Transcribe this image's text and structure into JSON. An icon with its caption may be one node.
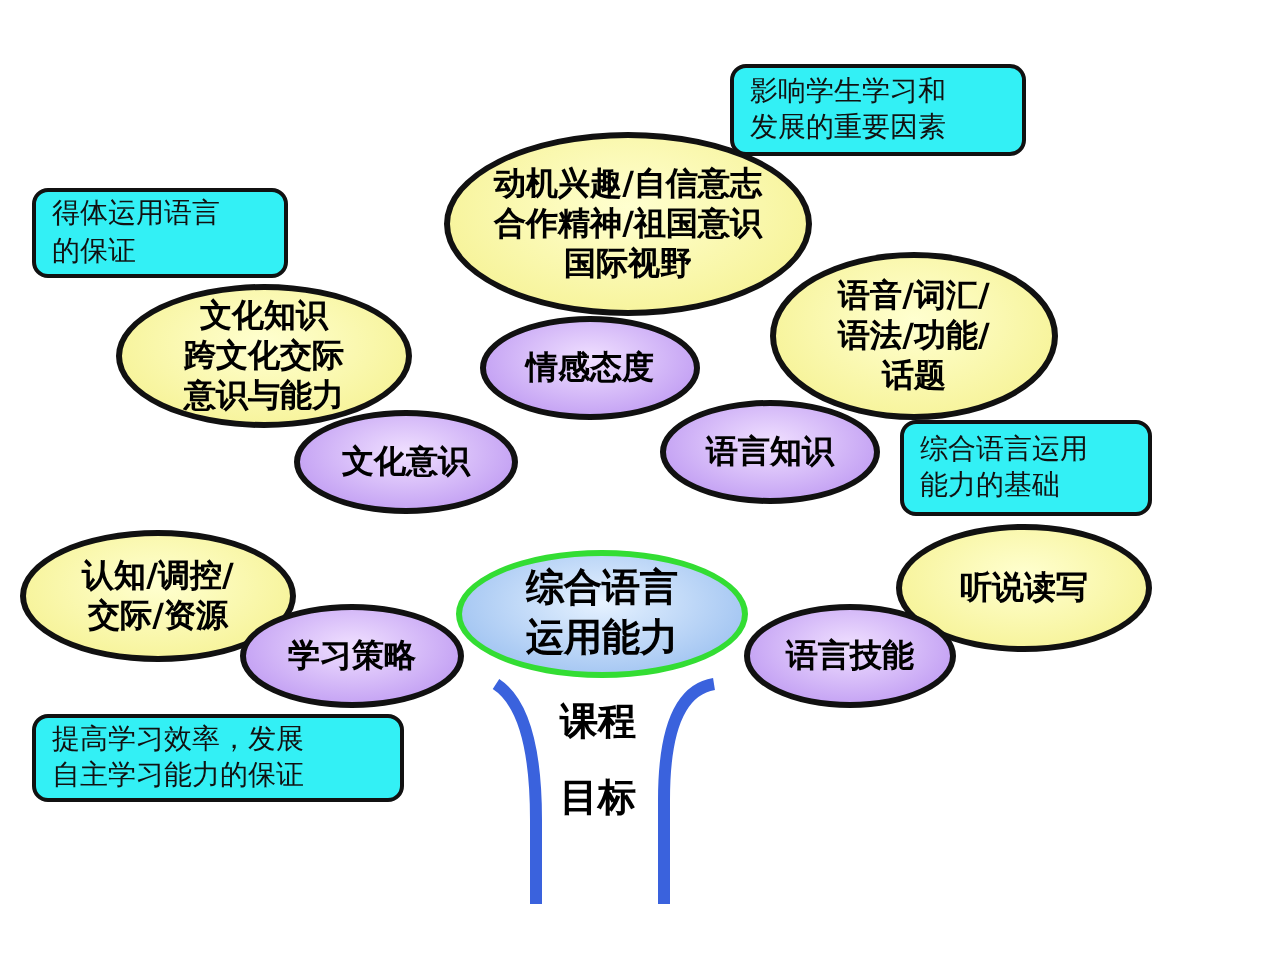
{
  "diagram": {
    "nodes": [
      {
        "text": [
          "影响学生学习和发展的重要因素"
        ]
      },
      {
        "text": [
          "动机兴趣/自信意志合作精神/祖国意识国际视野"
        ]
      },
      {
        "text": [
          "得体运用语言的保证"
        ]
      },
      {
        "text": [
          "文化知识跨文化交际意识与能力"
        ]
      },
      {
        "text": [
          "语音/词汇/语法/功能/话题"
        ]
      },
      {
        "text": [
          "情感态度"
        ]
      },
      {
        "text": [
          "文化意识"
        ]
      },
      {
        "text": [
          "语言知识"
        ]
      },
      {
        "text": [
          "综合语言运用能力的基础"
        ]
      },
      {
        "text": [
          "认知/调控/交际/资源"
        ]
      },
      {
        "text": [
          "听说读写"
        ]
      },
      {
        "text": [
          "综合语言运用能力"
        ]
      },
      {
        "text": [
          "学习策略"
        ]
      },
      {
        "text": [
          "语言技能"
        ]
      },
      {
        "text": [
          "提高学习效率，发展自主学习能力的保证"
        ]
      }
    ],
    "labels": [
      "课程",
      "目标"
    ]
  }
}
